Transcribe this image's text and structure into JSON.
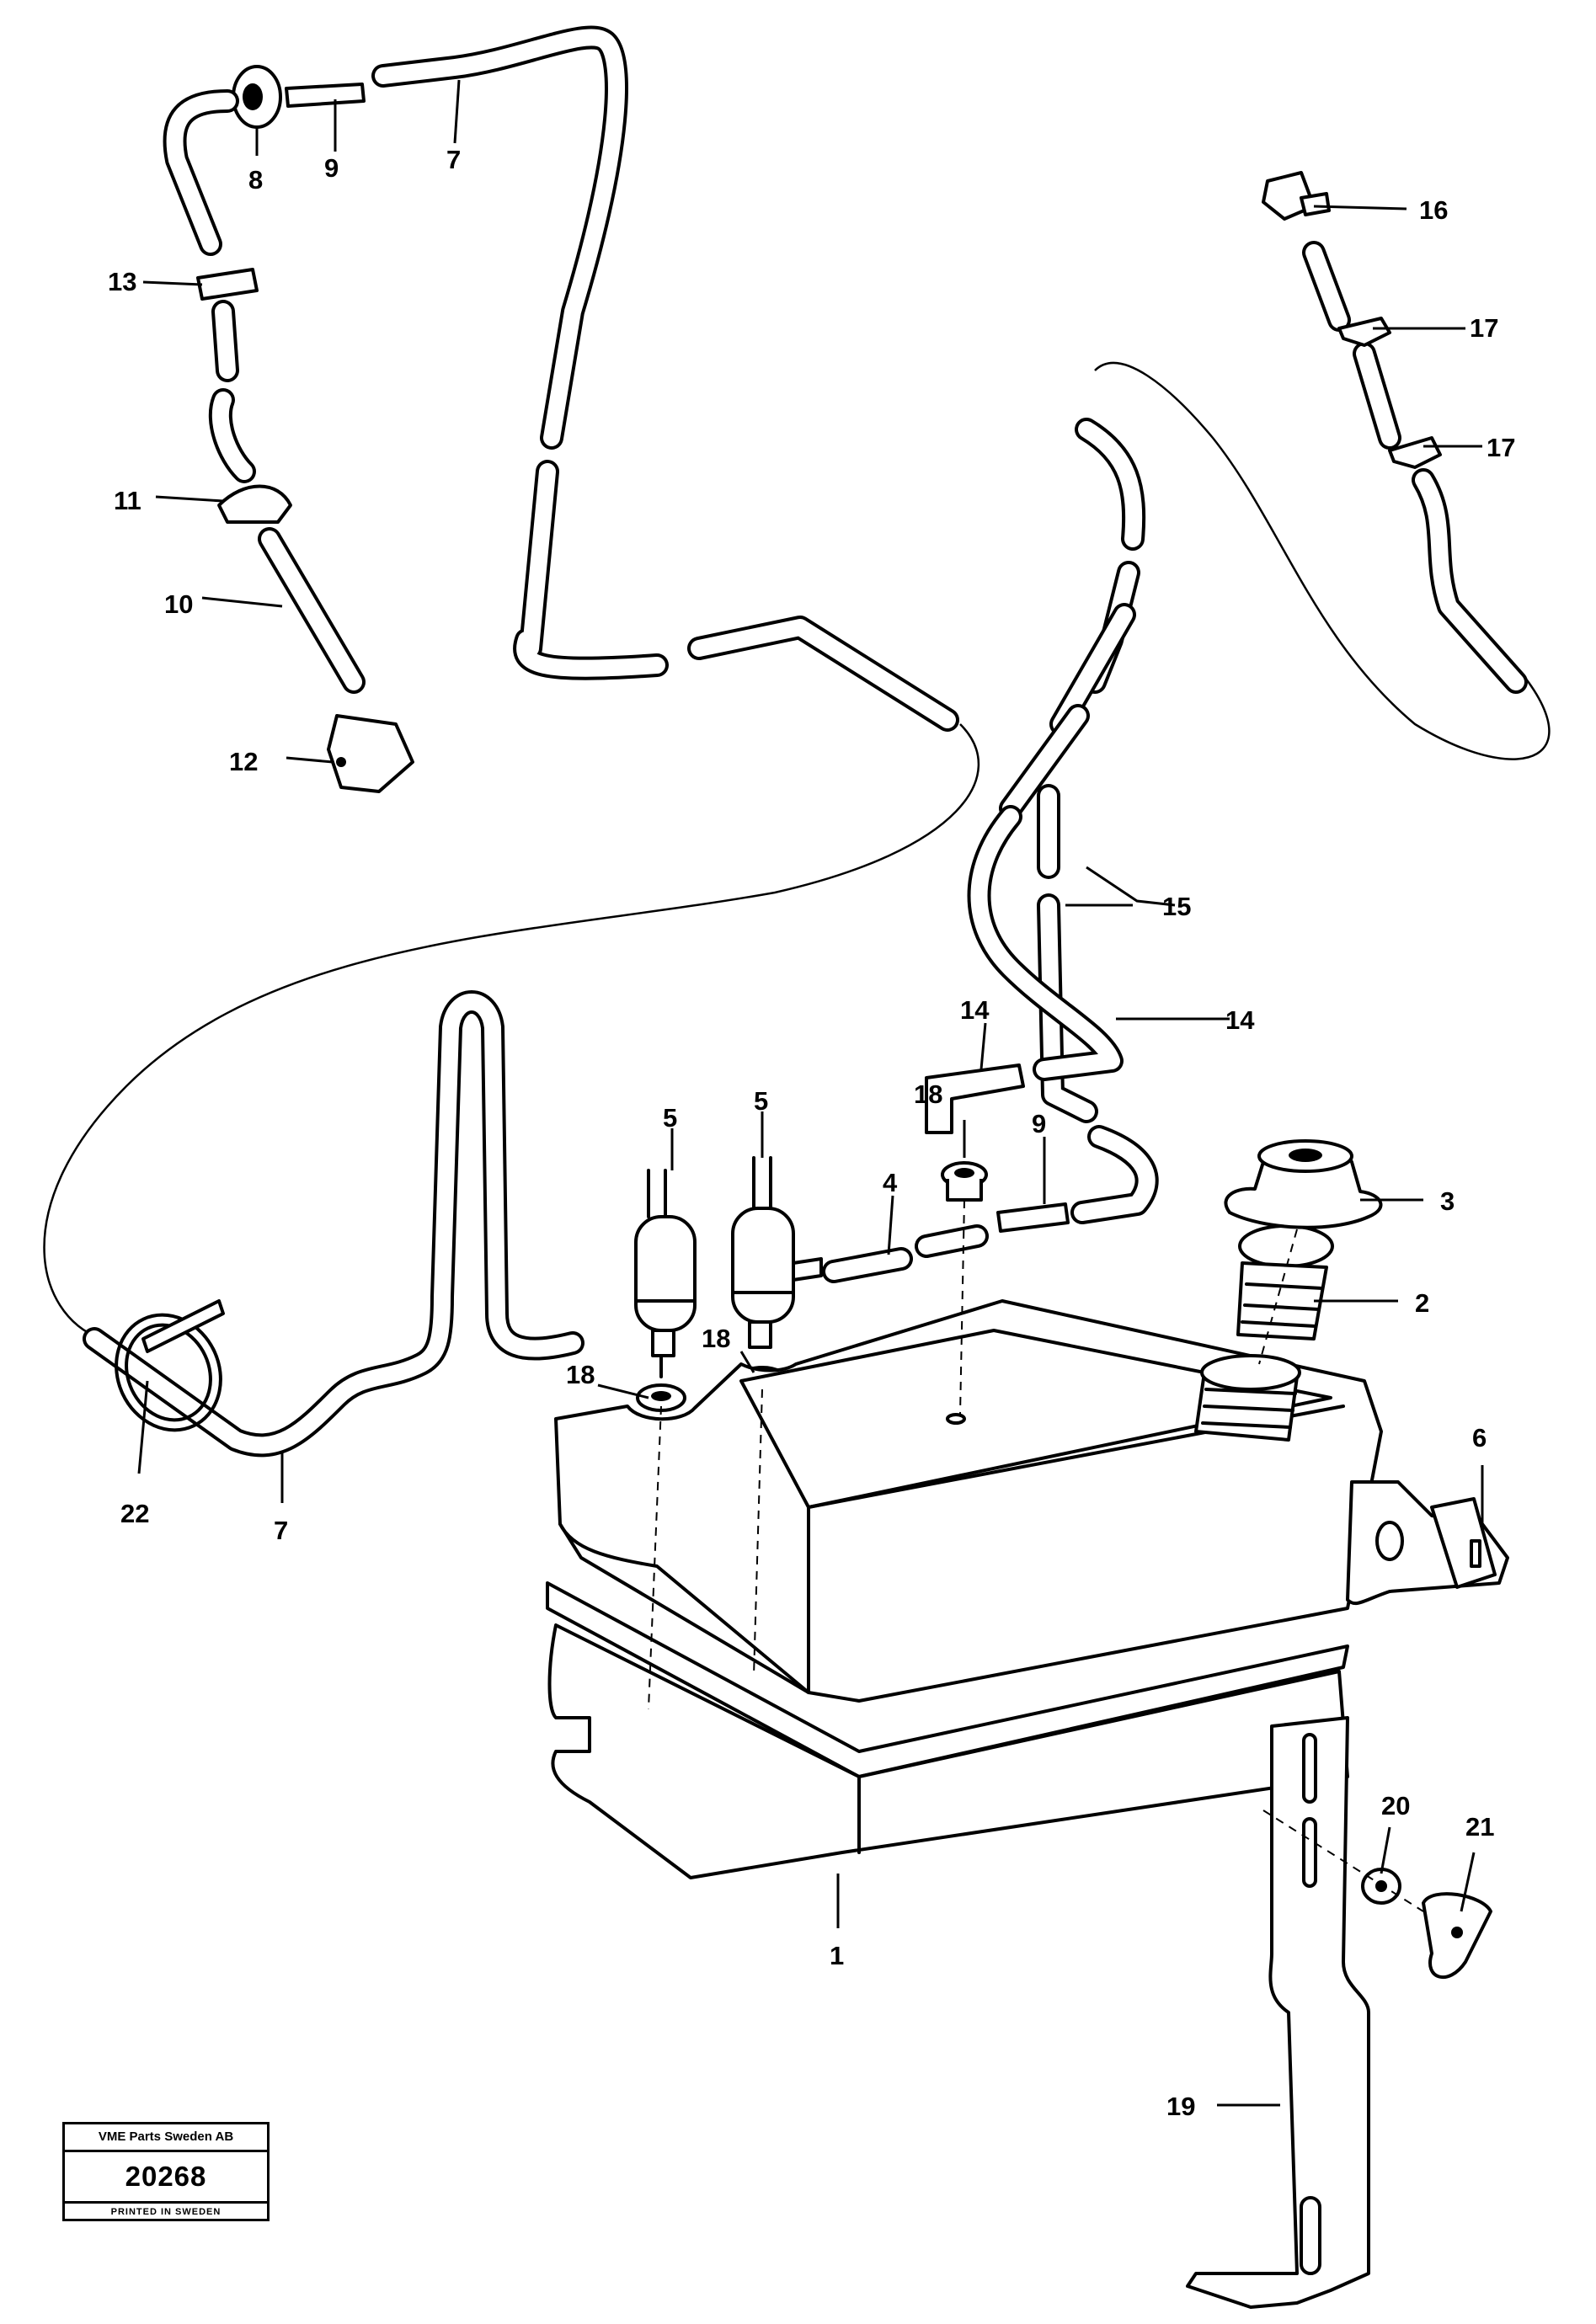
{
  "callouts": {
    "c1": "1",
    "c2": "2",
    "c3": "3",
    "c4": "4",
    "c5a": "5",
    "c5b": "5",
    "c6": "6",
    "c7a": "7",
    "c7b": "7",
    "c8": "8",
    "c9a": "9",
    "c9b": "9",
    "c10": "10",
    "c11": "11",
    "c12": "12",
    "c13": "13",
    "c14a": "14",
    "c14b": "14",
    "c15": "15",
    "c16": "16",
    "c17a": "17",
    "c17b": "17",
    "c18a": "18",
    "c18b": "18",
    "c18c": "18",
    "c19": "19",
    "c20": "20",
    "c21": "21",
    "c22": "22"
  },
  "stamp": {
    "company": "VME Parts Sweden AB",
    "number": "20268",
    "printed": "PRINTED IN SWEDEN"
  }
}
